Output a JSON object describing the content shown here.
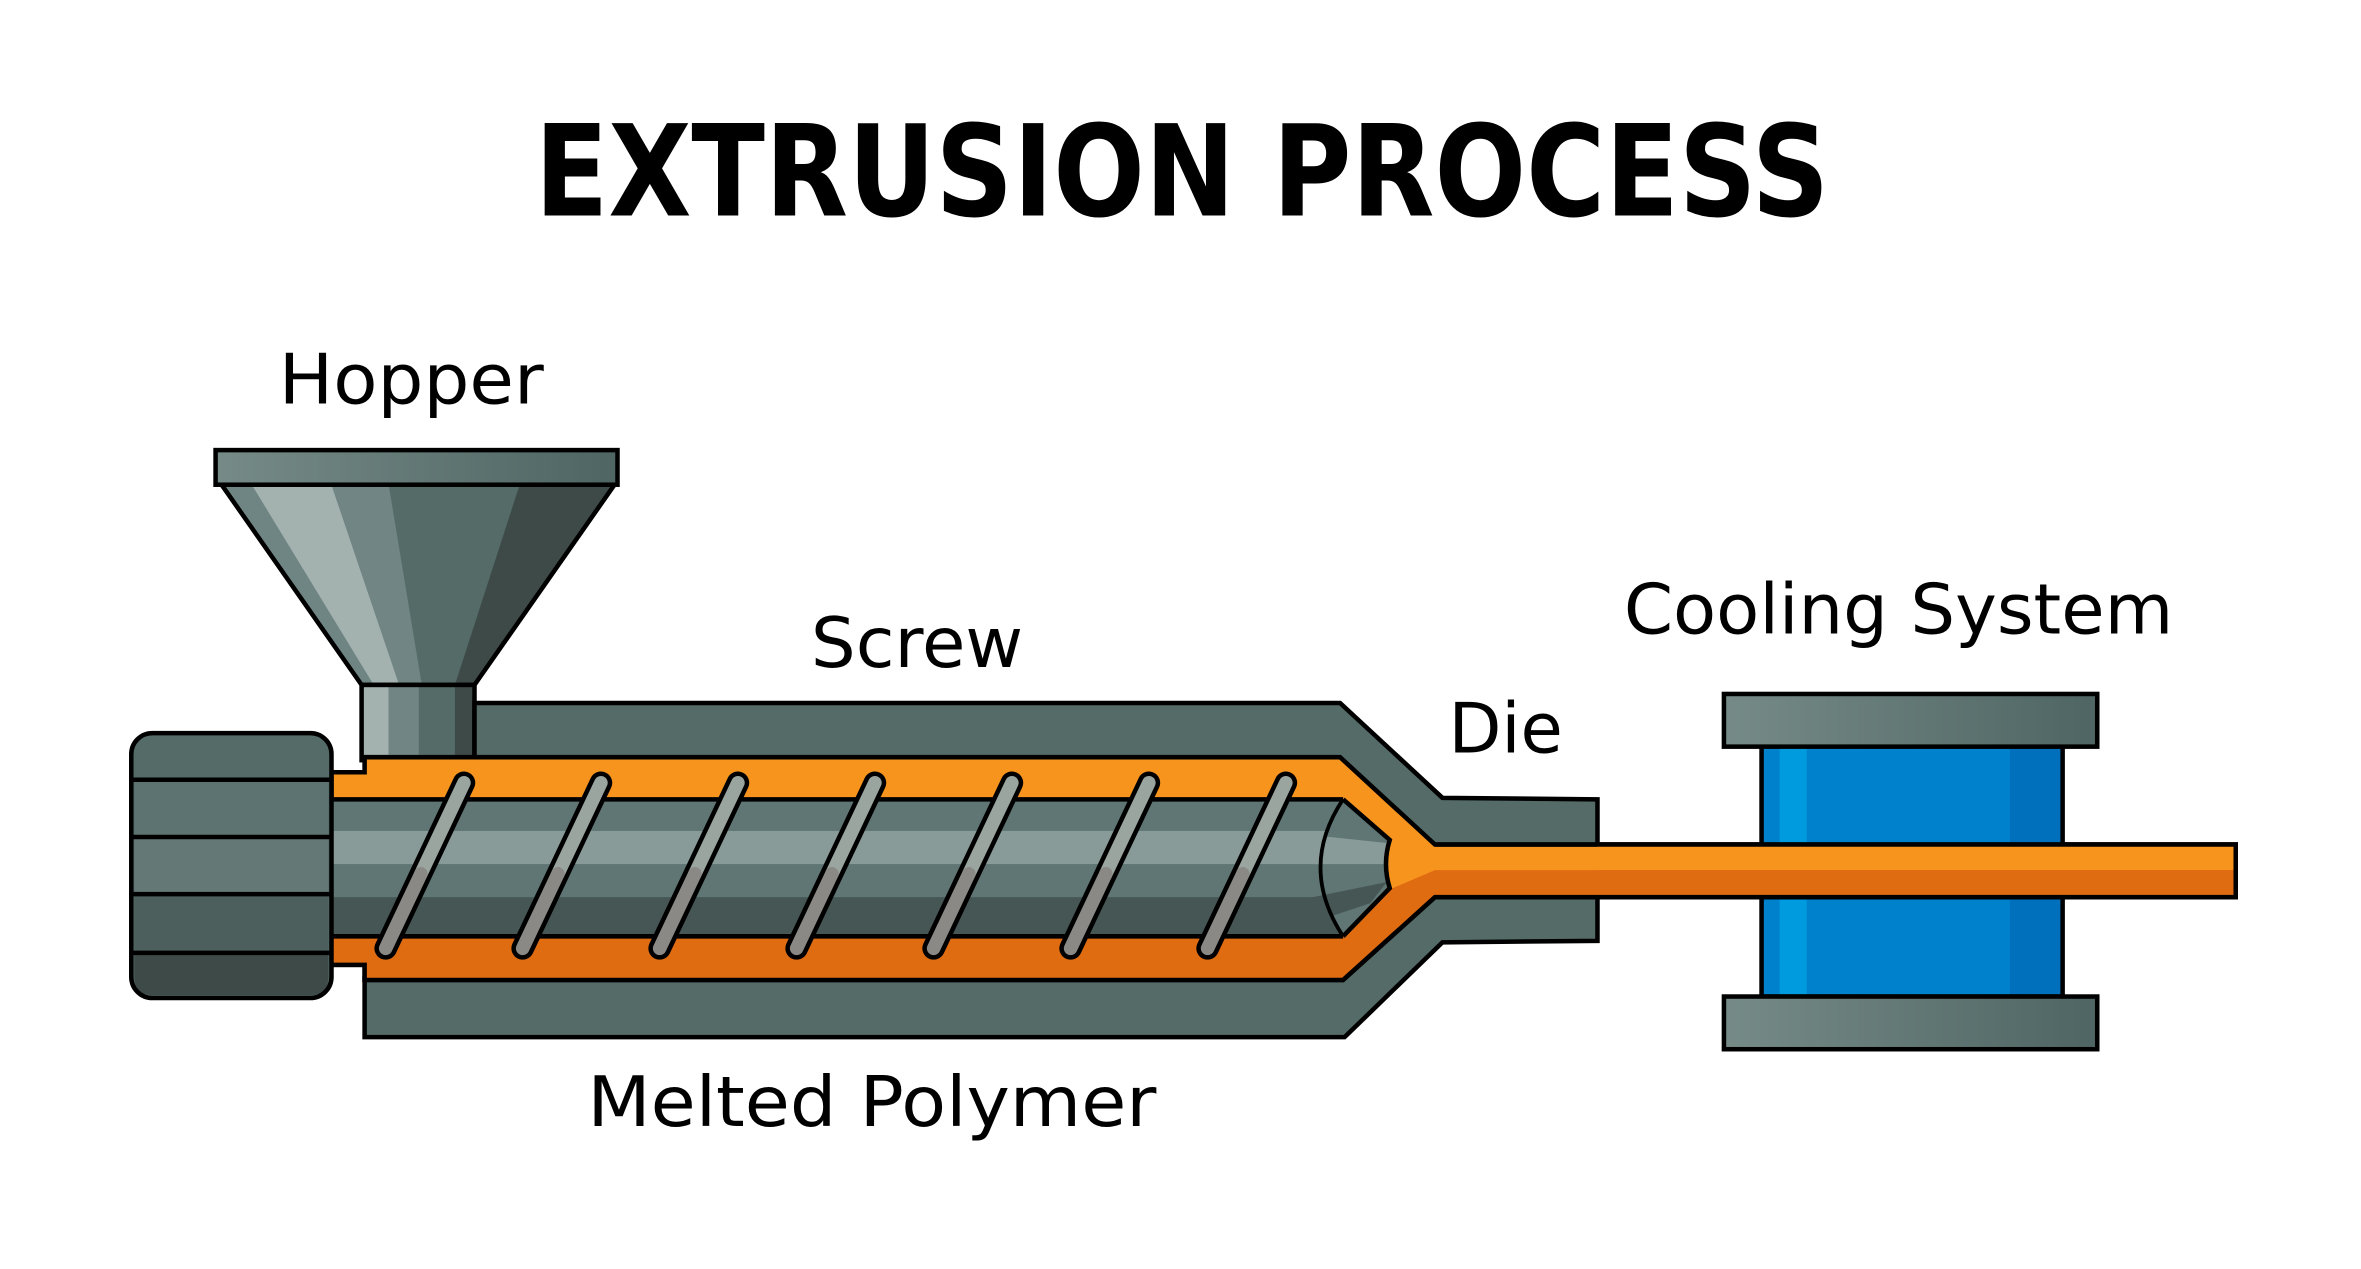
{
  "title": "EXTRUSION PROCESS",
  "labels": {
    "hopper": "Hopper",
    "screw": "Screw",
    "die": "Die",
    "cooling_system": "Cooling System",
    "melted_polymer": "Melted Polymer"
  },
  "colors": {
    "barrel": "#546B68",
    "barrel_dark": "#3E4A48",
    "polymer_light": "#F7941D",
    "polymer_dark": "#E06C12",
    "screw_flight": "#9AA59F",
    "cooling_blue": "#0081CC",
    "cooling_blue_light": "#009ADE",
    "cooling_blue_dark": "#0070BD",
    "outline": "#000000"
  },
  "screw_flight_count": 7
}
